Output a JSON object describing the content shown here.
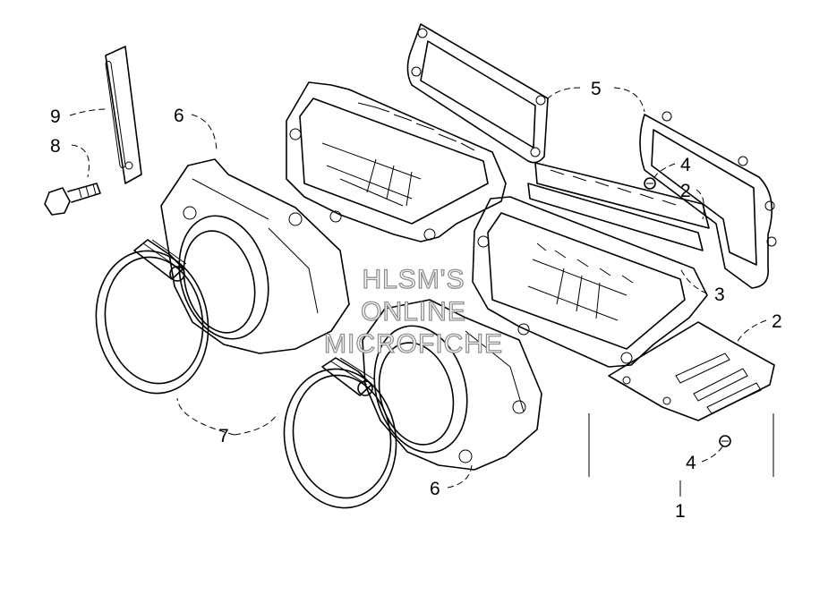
{
  "callouts": {
    "c1": "1",
    "c2a": "2",
    "c2b": "2",
    "c3": "3",
    "c4a": "4",
    "c4b": "4",
    "c5": "5",
    "c6a": "6",
    "c6b": "6",
    "c7": "7",
    "c8": "8",
    "c9": "9"
  },
  "watermark": {
    "line1": "HLSM'S",
    "line2": "ONLINE",
    "line3": "MICROFICHE"
  }
}
